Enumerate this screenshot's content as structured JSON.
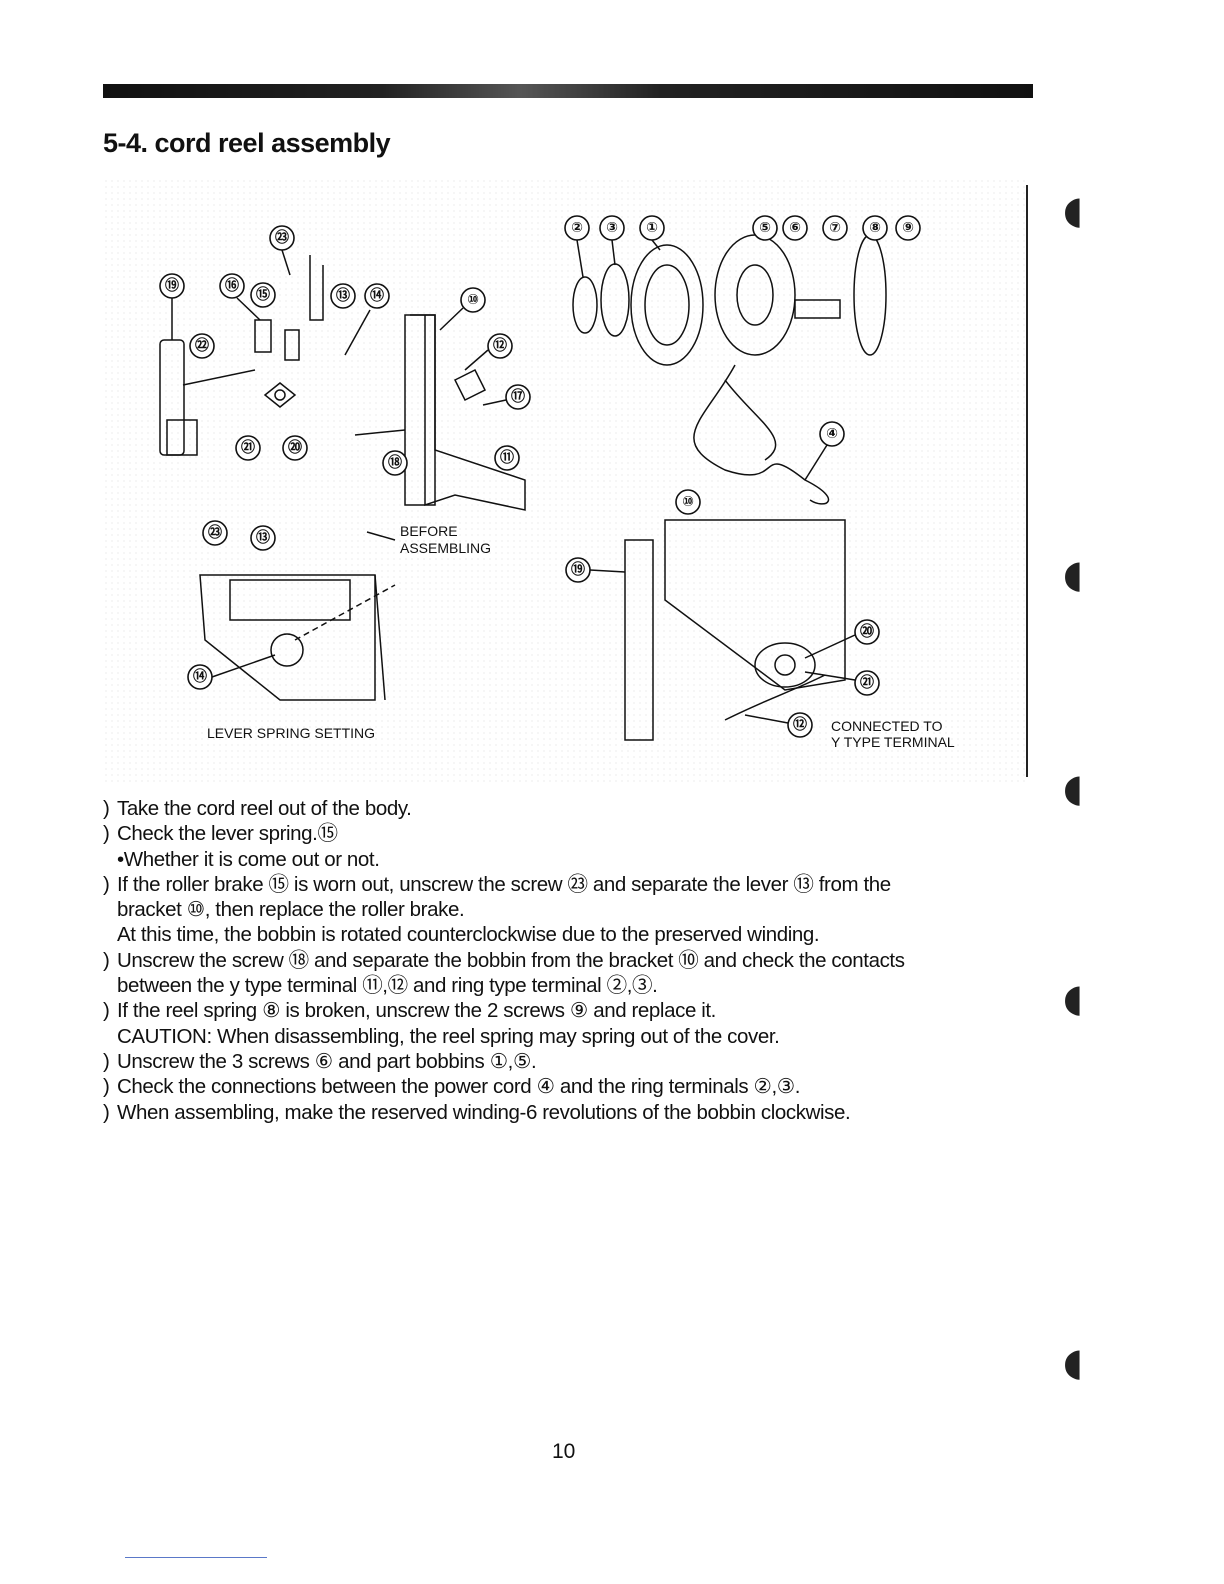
{
  "header": {
    "section_title": "5-4. cord reel assembly"
  },
  "figure": {
    "callouts": [
      "⑲",
      "⑯",
      "⑮",
      "㉓",
      "⑬",
      "⑭",
      "⑩",
      "⑫",
      "⑰",
      "⑱",
      "⑪",
      "㉒",
      "㉑",
      "⑳",
      "②",
      "③",
      "①",
      "⑤",
      "⑥",
      "⑦",
      "⑧",
      "⑨",
      "④"
    ],
    "before_label_line1": "BEFORE",
    "before_label_line2": "ASSEMBLING",
    "lever_label": "LEVER SPRING SETTING",
    "connected_line1": "CONNECTED TO",
    "connected_line2": "Y TYPE TERMINAL"
  },
  "steps": [
    {
      "marker": ")",
      "lines": [
        "Take the cord reel out of the body."
      ]
    },
    {
      "marker": ")",
      "lines": [
        "Check the lever spring.⑮",
        "•Whether it is come out or not."
      ]
    },
    {
      "marker": ")",
      "lines": [
        "If the roller brake ⑮ is worn out, unscrew the screw ㉓ and separate the lever ⑬ from the",
        "bracket ⑩, then replace the roller brake.",
        "At this time, the bobbin is rotated counterclockwise due to the preserved winding."
      ]
    },
    {
      "marker": ")",
      "lines": [
        "Unscrew the screw ⑱ and separate the bobbin from the bracket ⑩ and check the contacts",
        "between the y type terminal ⑪,⑫ and ring type terminal ②,③."
      ]
    },
    {
      "marker": ")",
      "lines": [
        "If the reel spring ⑧ is broken, unscrew the 2 screws ⑨ and replace it.",
        "CAUTION: When disassembling, the reel spring may spring out of the cover."
      ]
    },
    {
      "marker": ")",
      "lines": [
        "Unscrew the 3 screws ⑥ and part bobbins ①,⑤."
      ]
    },
    {
      "marker": ")",
      "lines": [
        "Check the connections between the power cord ④ and the ring terminals ②,③."
      ]
    },
    {
      "marker": ")",
      "lines": [
        "When assembling, make the reserved winding-6 revolutions of the bobbin clockwise."
      ]
    }
  ],
  "footer": {
    "page_number": "10"
  }
}
